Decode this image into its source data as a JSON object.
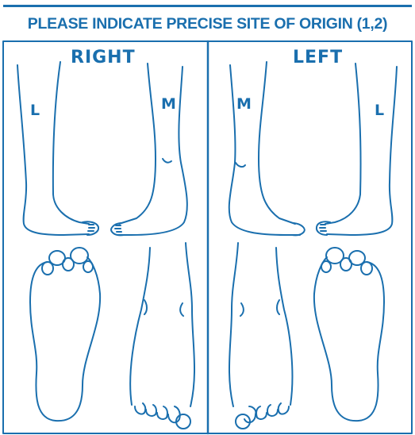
{
  "header": {
    "title": "PLEASE INDICATE PRECISE SITE OF ORIGIN (1,2)"
  },
  "panels": {
    "right": {
      "label": "RIGHT",
      "lateral": "L",
      "medial": "M"
    },
    "left": {
      "label": "LEFT",
      "lateral": "L",
      "medial": "M"
    }
  },
  "colors": {
    "accent": "#1a6fae",
    "outline": "#1a6fae"
  }
}
